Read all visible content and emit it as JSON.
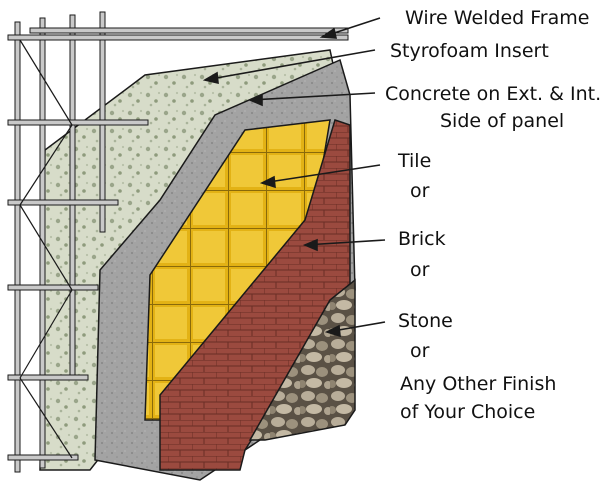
{
  "labels": {
    "frame": "Wire Welded Frame",
    "styro": "Styrofoam Insert",
    "concrete_1": "Concrete on Ext. & Int.",
    "concrete_2": "Side of panel",
    "tile": "Tile",
    "or_1": "or",
    "brick": "Brick",
    "or_2": "or",
    "stone": "Stone",
    "or_3": "or",
    "other_1": "Any Other Finish",
    "other_2": "of Your Choice"
  },
  "colors": {
    "wire": "#c9c9c9",
    "styrofoam": "#d7dcc9",
    "concrete": "#a3a3a3",
    "tile": "#e3b215",
    "brick": "#9b4a3f",
    "stone": "#a69c8a",
    "outline": "#1a1a1a"
  }
}
